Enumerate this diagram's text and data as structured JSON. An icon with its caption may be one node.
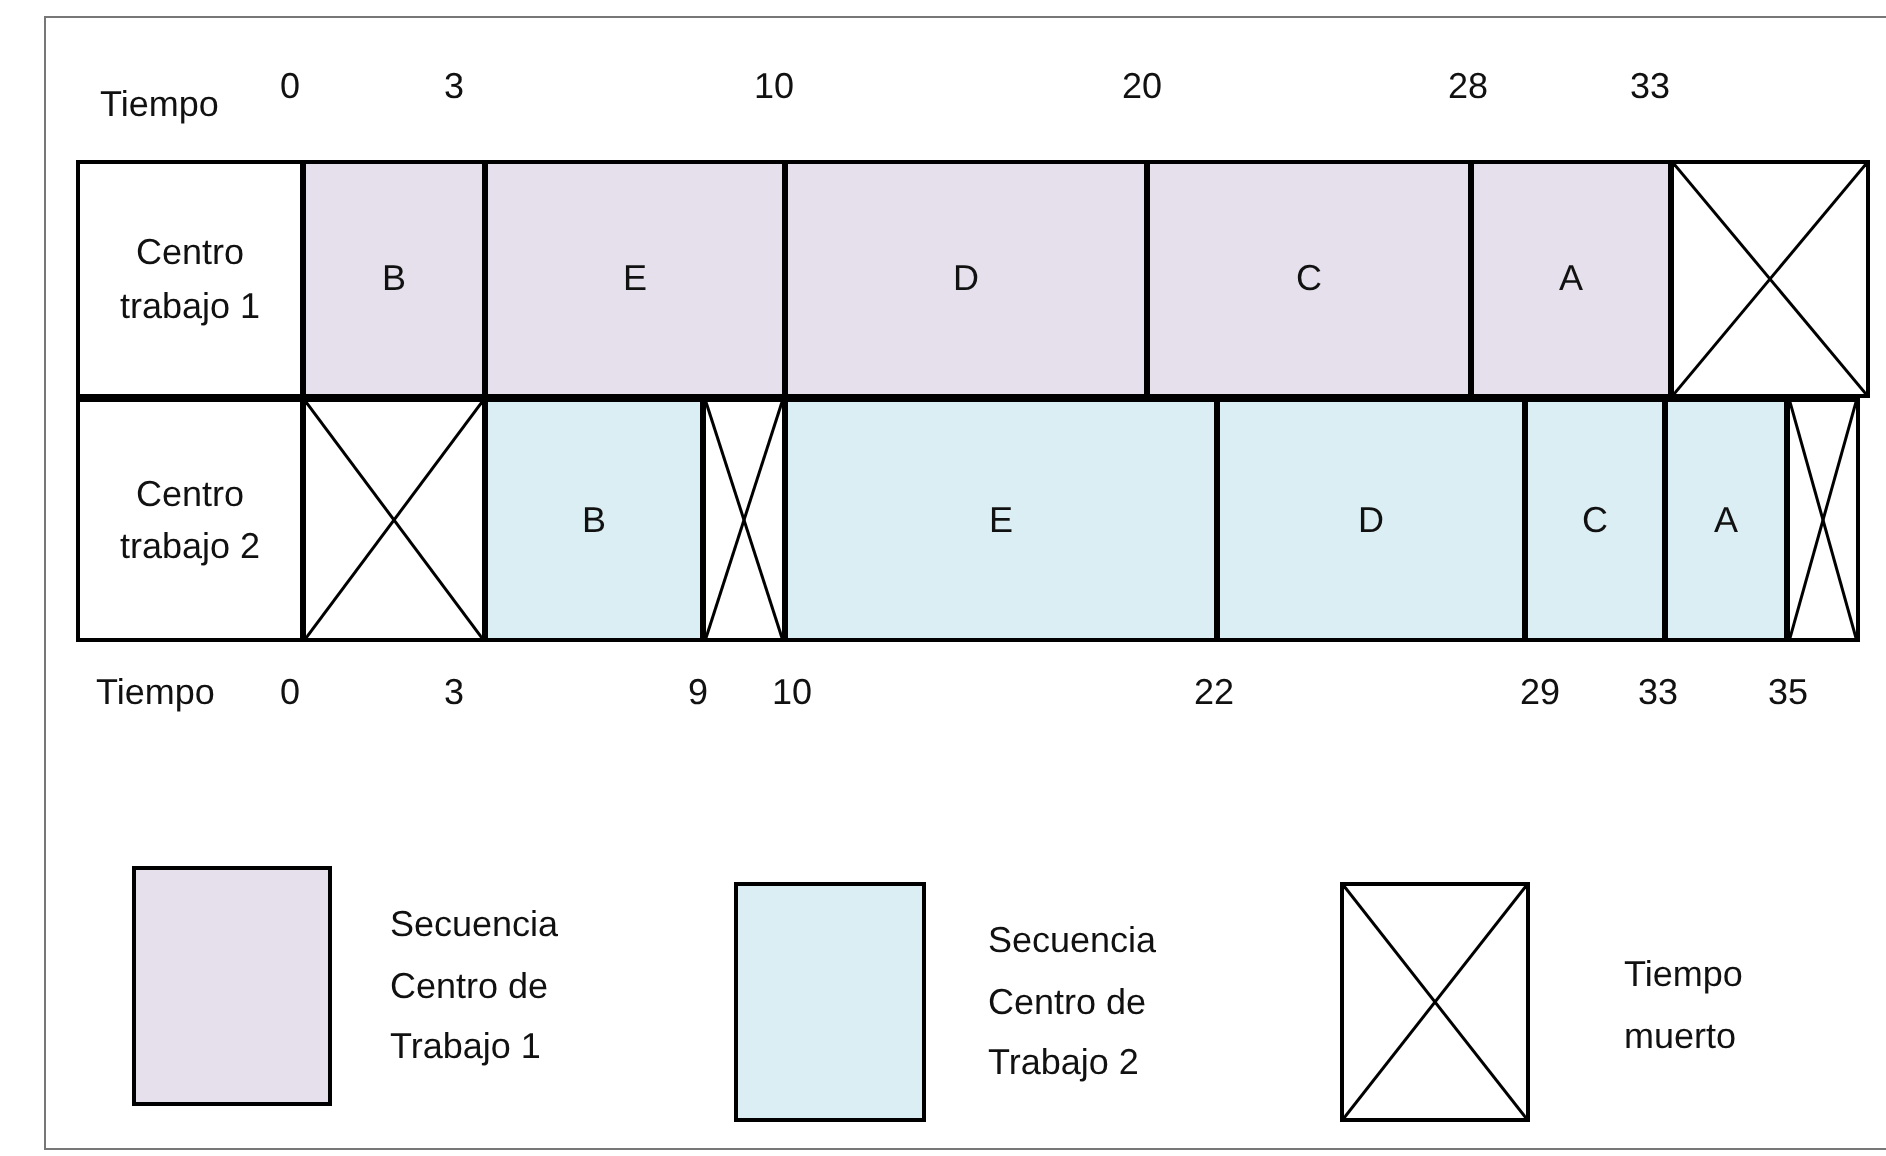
{
  "diagram": {
    "nodes": [
      {
        "text": [
          "Centro trabajo 1"
        ]
      },
      {
        "text": [
          "B"
        ]
      },
      {
        "text": [
          "E"
        ]
      },
      {
        "text": [
          "D"
        ]
      },
      {
        "text": [
          "C"
        ]
      },
      {
        "text": [
          "A"
        ]
      },
      {
        "text": [],
        "shape": "box"
      },
      {
        "text": [
          "Centro trabajo 2"
        ]
      },
      {
        "text": [],
        "shape": "box"
      },
      {
        "text": [
          "B"
        ]
      },
      {
        "text": [],
        "shape": "box"
      },
      {
        "text": [
          "E"
        ]
      },
      {
        "text": [
          "D"
        ]
      },
      {
        "text": [
          "C"
        ]
      },
      {
        "text": [
          "A"
        ]
      },
      {
        "text": [],
        "shape": "box"
      }
    ],
    "labels": [
      "Tiempo",
      "0",
      "3",
      "10",
      "20",
      "28",
      "33",
      "Tiempo",
      "0",
      "3",
      "9",
      "10",
      "22",
      "29",
      "33",
      "35"
    ],
    "legend": [
      {
        "text": "Secuencia Centro de Trabajo 1",
        "color": "#e6e0ec"
      },
      {
        "text": "Secuencia Centro de Trabajo 2",
        "color": "#dbeef3"
      },
      {
        "text": "Tiempo muerto"
      }
    ]
  }
}
